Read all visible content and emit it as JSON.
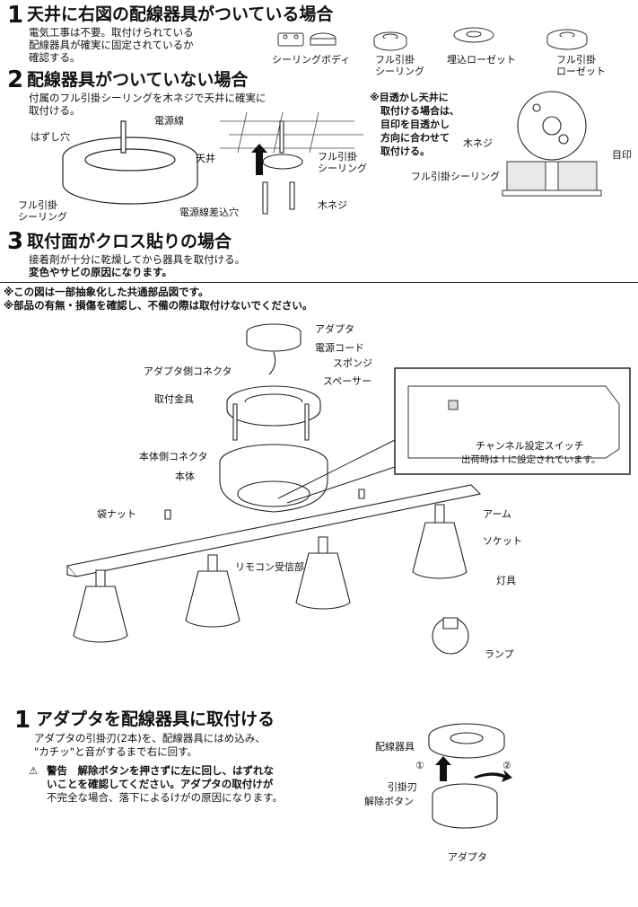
{
  "section_top": {
    "s1": {
      "num": "1",
      "title": "天井に右図の配線器具がついている場合",
      "lines": [
        "電気工事は不要。取付けられている",
        "配線器具が確実に固定されているか",
        "確認する。"
      ]
    },
    "s1_parts": [
      "シーリングボディ",
      "フル引掛\nシーリング",
      "埋込ローゼット",
      "フル引掛\nローゼット"
    ],
    "s2": {
      "num": "2",
      "title": "配線器具がついていない場合",
      "lines": [
        "付属のフル引掛シーリングを木ネジで天井に確実に",
        "取付ける。"
      ]
    },
    "s2_labels": {
      "hole": "はずし穴",
      "cord": "電源線",
      "ceiling": "天井",
      "full": "フル引掛\nシーリング",
      "full_left": "フル引掛\nシーリング",
      "insert": "電源線差込穴",
      "screw": "木ネジ"
    },
    "s2_note": {
      "lines": [
        "※目透かし天井に",
        "取付ける場合は、",
        "目印を目透かし",
        "方向に合わせて",
        "取付ける。"
      ],
      "screw": "木ネジ",
      "mark": "目印",
      "full": "フル引掛シーリング"
    },
    "s3": {
      "num": "3",
      "title": "取付面がクロス貼りの場合",
      "lines": [
        "接着剤が十分に乾燥してから器具を取付ける。",
        "変色やサビの原因になります。"
      ]
    }
  },
  "notes": [
    "※この図は一部抽象化した共通部品図です。",
    "※部品の有無・損傷を確認し、不備の際は取付けないでください。"
  ],
  "diagram": {
    "adapter": "アダプタ",
    "cord": "電源コード",
    "adapter_conn": "アダプタ側コネクタ",
    "sponge": "スポンジ",
    "spacer": "スペーサー",
    "bracket": "取付金具",
    "body_conn": "本体側コネクタ",
    "body": "本体",
    "nut": "袋ナット",
    "arm": "アーム",
    "socket": "ソケット",
    "remote": "リモコン受信部",
    "lamp_unit": "灯具",
    "lamp": "ランプ",
    "switch_label": "チャンネル設定スイッチ",
    "switch_note": "出荷時は I に設定されています。"
  },
  "step1": {
    "num": "1",
    "title": "アダプタを配線器具に取付ける",
    "lines": [
      "アダプタの引掛刃(2本)を、配線器具にはめ込み、",
      "\"カチッ\"と音がするまで右に回す。"
    ],
    "warn_icon": "⚠",
    "warn_lines": [
      "警告　解除ボタンを押さずに左に回し、はずれな",
      "いことを確認してください。アダプタの取付けが",
      "不完全な場合、落下によるけがの原因になります。"
    ],
    "labels": {
      "device": "配線器具",
      "blade": "引掛刃",
      "release": "解除ボタン",
      "adapter": "アダプタ",
      "n1": "①",
      "n2": "②"
    }
  }
}
